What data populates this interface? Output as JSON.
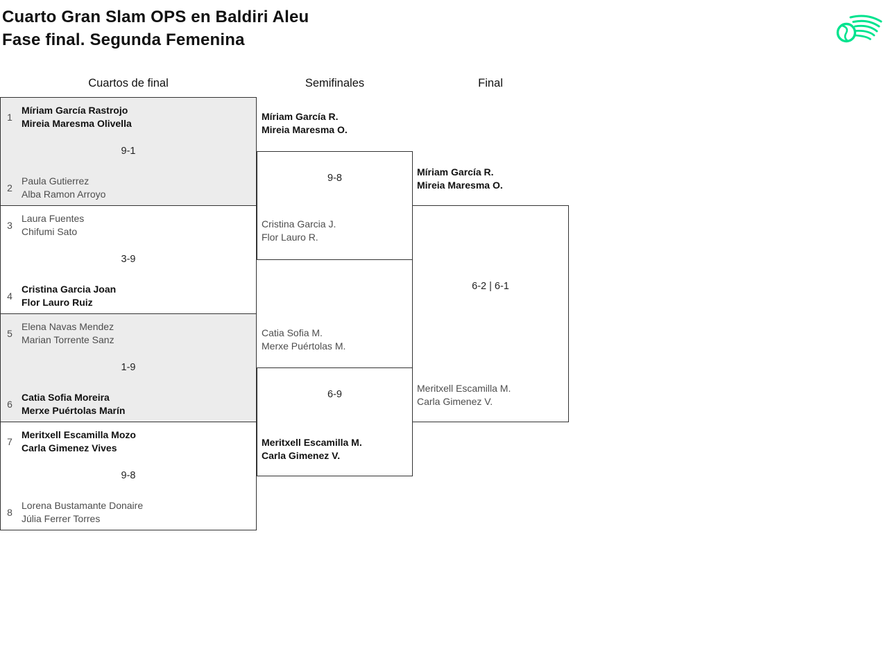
{
  "header": {
    "title_line1": "Cuarto Gran Slam OPS en Baldiri Aleu",
    "title_line2": "Fase final. Segunda Femenina",
    "logo": {
      "icon": "tennis-ball-swoosh-logo",
      "color": "#00e38e"
    }
  },
  "columns": {
    "quarterfinals": "Cuartos de final",
    "semifinals": "Semifinales",
    "final": "Final"
  },
  "colors": {
    "block_shade": "#ececec",
    "border": "#333333",
    "winner_text": "#111111",
    "muted_text": "#4d4d4d",
    "accent_green": "#00e38e"
  },
  "bracket": {
    "quarterfinals": [
      {
        "top_seed": "1",
        "top_team": [
          "Míriam García Rastrojo",
          "Mireia Maresma Olivella"
        ],
        "score": "9-1",
        "bottom_seed": "2",
        "bottom_team": [
          "Paula Gutierrez",
          "Alba Ramon Arroyo"
        ],
        "winner": "top"
      },
      {
        "top_seed": "3",
        "top_team": [
          "Laura Fuentes",
          "Chifumi Sato"
        ],
        "score": "3-9",
        "bottom_seed": "4",
        "bottom_team": [
          "Cristina Garcia Joan",
          "Flor Lauro Ruiz"
        ],
        "winner": "bottom"
      },
      {
        "top_seed": "5",
        "top_team": [
          "Elena Navas Mendez",
          "Marian Torrente Sanz"
        ],
        "score": "1-9",
        "bottom_seed": "6",
        "bottom_team": [
          "Catia Sofia Moreira",
          "Merxe Puértolas Marín"
        ],
        "winner": "bottom"
      },
      {
        "top_seed": "7",
        "top_team": [
          "Meritxell Escamilla Mozo",
          "Carla Gimenez Vives"
        ],
        "score": "9-8",
        "bottom_seed": "8",
        "bottom_team": [
          "Lorena Bustamante Donaire",
          "Júlia Ferrer Torres"
        ],
        "winner": "top"
      }
    ],
    "semifinals": [
      {
        "top_team": [
          "Míriam García R.",
          "Mireia Maresma O."
        ],
        "score": "9-8",
        "bottom_team": [
          "Cristina Garcia J.",
          "Flor Lauro R."
        ],
        "winner": "top"
      },
      {
        "top_team": [
          "Catia Sofia M.",
          "Merxe Puértolas M."
        ],
        "score": "6-9",
        "bottom_team": [
          "Meritxell Escamilla M.",
          "Carla Gimenez V."
        ],
        "winner": "bottom"
      }
    ],
    "final": {
      "top_team": [
        "Míriam García R.",
        "Mireia Maresma O."
      ],
      "score": "6-2 | 6-1",
      "bottom_team": [
        "Meritxell Escamilla M.",
        "Carla Gimenez V."
      ],
      "winner": "top"
    }
  }
}
